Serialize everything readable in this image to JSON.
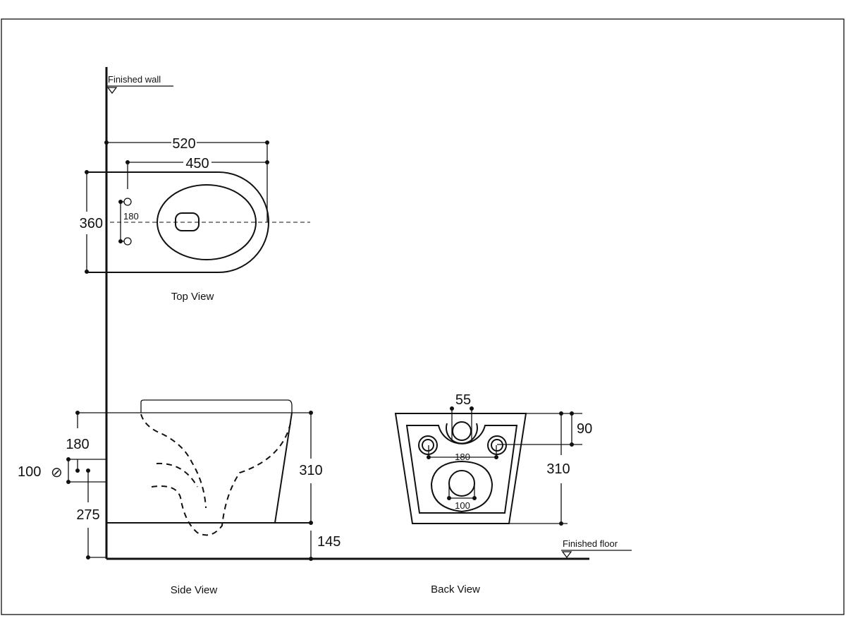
{
  "labels": {
    "finished_wall": "Finished  wall",
    "finished_floor": "Finished  floor",
    "top_view": "Top View",
    "side_view": "Side View",
    "back_view": "Back View"
  },
  "top_view": {
    "overall_length": "520",
    "fixing_to_front": "450",
    "width": "360",
    "fixing_spacing": "180"
  },
  "side_view": {
    "fixing_height_offset": "180",
    "outlet_diameter": "100",
    "diameter_symbol": "⊘",
    "outlet_height": "275",
    "bowl_height": "310",
    "floor_clearance": "145"
  },
  "back_view": {
    "inlet_width": "55",
    "fixing_spacing": "180",
    "outlet_diameter": "100",
    "fixing_from_top": "90",
    "height": "310"
  }
}
